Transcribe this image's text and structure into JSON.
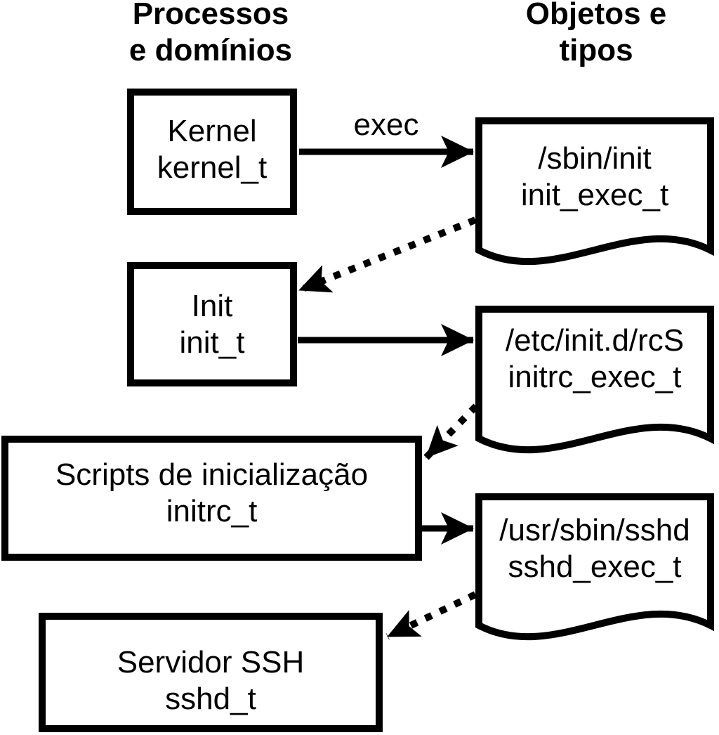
{
  "headers": {
    "left": {
      "line1": "Processos",
      "line2": "e domínios"
    },
    "right": {
      "line1": "Objetos e",
      "line2": "tipos"
    }
  },
  "processes": [
    {
      "label": "Kernel",
      "domain": "kernel_t"
    },
    {
      "label": "Init",
      "domain": "init_t"
    },
    {
      "label": "Scripts de inicialização",
      "domain": "initrc_t"
    },
    {
      "label": "Servidor SSH",
      "domain": "sshd_t"
    }
  ],
  "objects": [
    {
      "path": "/sbin/init",
      "type": "init_exec_t"
    },
    {
      "path": "/etc/init.d/rcS",
      "type": "initrc_exec_t"
    },
    {
      "path": "/usr/sbin/sshd",
      "type": "sshd_exec_t"
    }
  ],
  "arrow_labels": {
    "exec": "exec"
  },
  "colors": {
    "ink": "#000000",
    "paper": "#ffffff"
  }
}
